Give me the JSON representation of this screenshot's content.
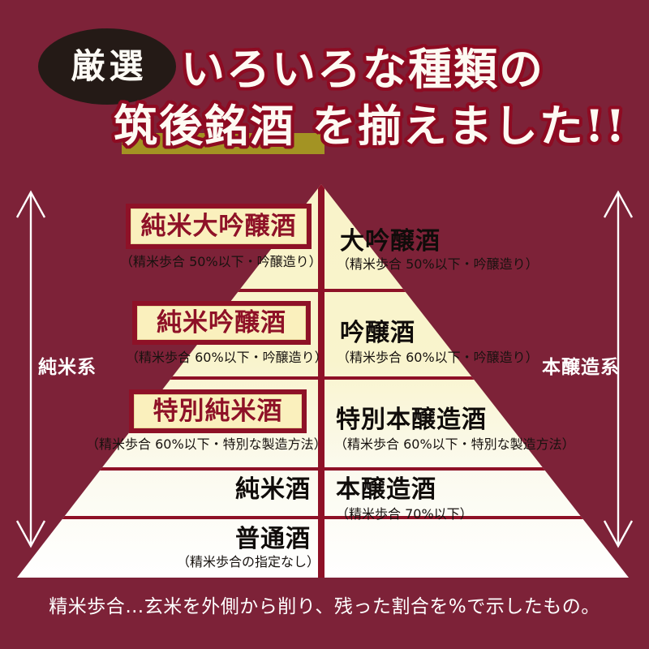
{
  "page": {
    "background_color": "#7d2238",
    "accent_dark_red": "#8e1127",
    "cream": "#faf0bd",
    "gold_highlight": "#a39323",
    "badge_black": "#241a16",
    "white": "#ffffff"
  },
  "header": {
    "badge_label": "厳選",
    "title_line_1": "いろいろな種類の",
    "title_line_2": "筑後銘酒 を揃えました!!",
    "highlight_word": "筑後銘酒"
  },
  "axis": {
    "left_label": "純米系",
    "right_label": "本醸造系",
    "left_arrow": "double-arrow-vertical",
    "right_arrow": "double-arrow-vertical"
  },
  "chart_data": {
    "type": "table",
    "title": "日本酒の種類（特定名称酒の分類）",
    "columns": [
      "純米系",
      "本醸造系"
    ],
    "rows": [
      {
        "tier": 1,
        "left": {
          "name": "純米大吟醸酒",
          "caption": "（精米歩合 50%以下・吟醸造り）",
          "boxed": true,
          "polish_ratio_max_percent": 50
        },
        "right": {
          "name": "大吟醸酒",
          "caption": "（精米歩合 50%以下・吟醸造り）",
          "boxed": false,
          "polish_ratio_max_percent": 50
        }
      },
      {
        "tier": 2,
        "left": {
          "name": "純米吟醸酒",
          "caption": "（精米歩合 60%以下・吟醸造り）",
          "boxed": true,
          "polish_ratio_max_percent": 60
        },
        "right": {
          "name": "吟醸酒",
          "caption": "（精米歩合 60%以下・吟醸造り）",
          "boxed": false,
          "polish_ratio_max_percent": 60
        }
      },
      {
        "tier": 3,
        "left": {
          "name": "特別純米酒",
          "caption": "（精米歩合 60%以下・特別な製造方法）",
          "boxed": true,
          "polish_ratio_max_percent": 60
        },
        "right": {
          "name": "特別本醸造酒",
          "caption": "（精米歩合 60%以下・特別な製造方法）",
          "boxed": false,
          "polish_ratio_max_percent": 60
        }
      },
      {
        "tier": 4,
        "left": {
          "name": "純米酒",
          "caption": "",
          "boxed": false,
          "polish_ratio_max_percent": null
        },
        "right": {
          "name": "本醸造酒",
          "caption": "（精米歩合 70%以下）",
          "boxed": false,
          "polish_ratio_max_percent": 70
        }
      },
      {
        "tier": 5,
        "left": {
          "name": "普通酒",
          "caption": "（精米歩合の指定なし）",
          "boxed": false,
          "polish_ratio_max_percent": null,
          "spans_both_columns": true
        },
        "right": {
          "name": "",
          "caption": "",
          "boxed": false
        }
      }
    ]
  },
  "footer": {
    "note": "精米歩合…玄米を外側から削り、残った割合を%で示したもの。"
  }
}
